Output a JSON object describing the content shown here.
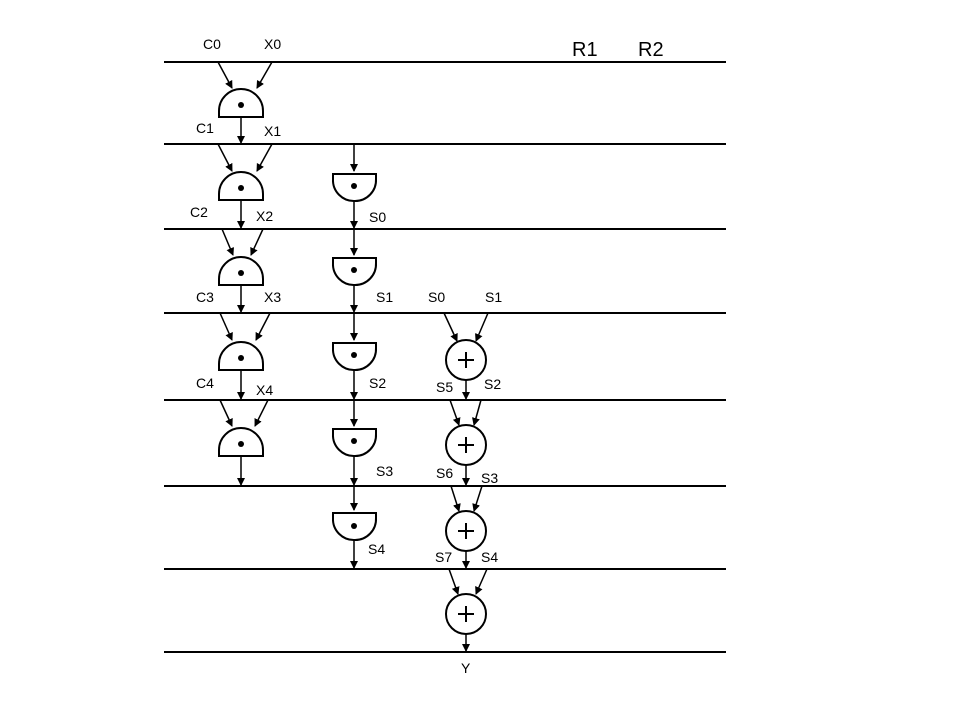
{
  "header": {
    "r1": "R1",
    "r2": "R2"
  },
  "labels": {
    "c0": "C0",
    "x0": "X0",
    "c1": "C1",
    "x1": "X1",
    "c2": "C2",
    "x2": "X2",
    "c3": "C3",
    "x3": "X3",
    "c4": "C4",
    "x4": "X4",
    "s0_out": "S0",
    "s1_out": "S1",
    "s2_out": "S2",
    "s3_out": "S3",
    "s4_out": "S4",
    "add1_in_a": "S0",
    "add1_in_b": "S1",
    "add1_out": "S5",
    "add2_in_b": "S2",
    "add2_out": "S6",
    "add3_in_b": "S3",
    "add3_out": "S7",
    "add4_in_b": "S4",
    "output": "Y"
  },
  "node_kinds": {
    "multiply": "dot",
    "add": "plus"
  }
}
